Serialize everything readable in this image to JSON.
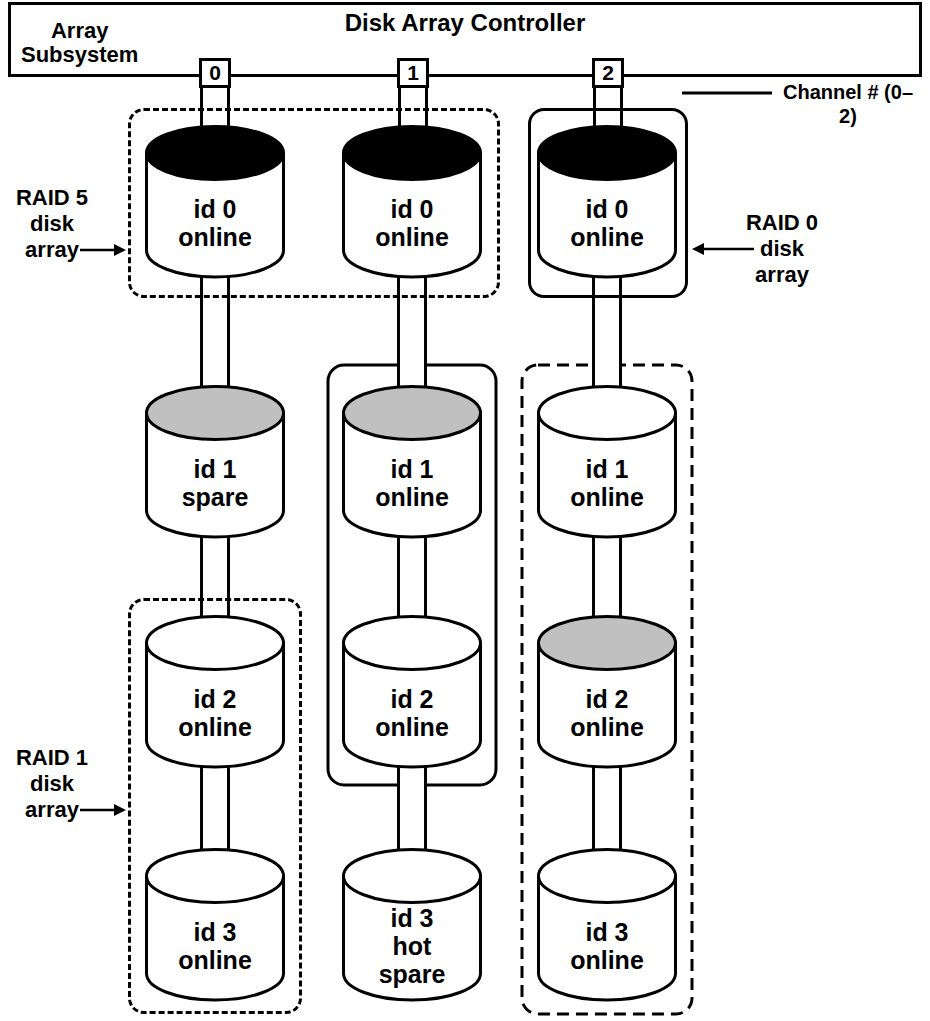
{
  "diagram": {
    "nodes": [
      {
        "text": [
          "Disk Array Controller",
          "Array Subsystem"
        ]
      },
      {
        "text": [
          "0"
        ],
        "in": 0
      },
      {
        "text": [
          "1"
        ],
        "in": 0
      },
      {
        "text": [
          "2"
        ],
        "in": 0
      },
      {
        "text": [
          "RAID 5 disk array"
        ]
      },
      {
        "text": [
          "id 0",
          "online"
        ],
        "in": 4
      },
      {
        "text": [
          "id 0",
          "online"
        ],
        "in": 4
      },
      {
        "text": [
          "RAID 0 disk array"
        ]
      },
      {
        "text": [
          "id 0",
          "online"
        ],
        "in": 7
      },
      {
        "text": [
          "id 1",
          "spare"
        ]
      },
      {
        "text": [
          "id 1",
          "online"
        ]
      },
      {
        "text": [
          "id 1",
          "online"
        ]
      },
      {
        "text": [
          "RAID 1 disk array"
        ]
      },
      {
        "text": [
          "id 2",
          "online"
        ],
        "in": 12
      },
      {
        "text": [
          "id 3",
          "online"
        ],
        "in": 12
      },
      {
        "text": [
          "id 2",
          "online"
        ]
      },
      {
        "text": [
          "id 2",
          "online"
        ]
      },
      {
        "text": [
          "id 3",
          "hot spare"
        ]
      },
      {
        "text": [
          "id 3",
          "online"
        ]
      }
    ],
    "edges": [
      {
        "from": 1,
        "to": 5,
        "arrow": "none"
      },
      {
        "from": 2,
        "to": 6,
        "arrow": "none"
      },
      {
        "from": 3,
        "to": 8,
        "arrow": "none"
      },
      {
        "from": 5,
        "to": 9,
        "arrow": "none"
      },
      {
        "from": 9,
        "to": 13,
        "arrow": "none"
      },
      {
        "from": 13,
        "to": 14,
        "arrow": "none"
      },
      {
        "from": 6,
        "to": 10,
        "arrow": "none"
      },
      {
        "from": 10,
        "to": 15,
        "arrow": "none"
      },
      {
        "from": 15,
        "to": 17,
        "arrow": "none"
      },
      {
        "from": 8,
        "to": 11,
        "arrow": "none"
      },
      {
        "from": 11,
        "to": 16,
        "arrow": "none"
      },
      {
        "from": 16,
        "to": 18,
        "arrow": "none"
      }
    ],
    "labels": [
      "Channel # (0–2)"
    ]
  }
}
